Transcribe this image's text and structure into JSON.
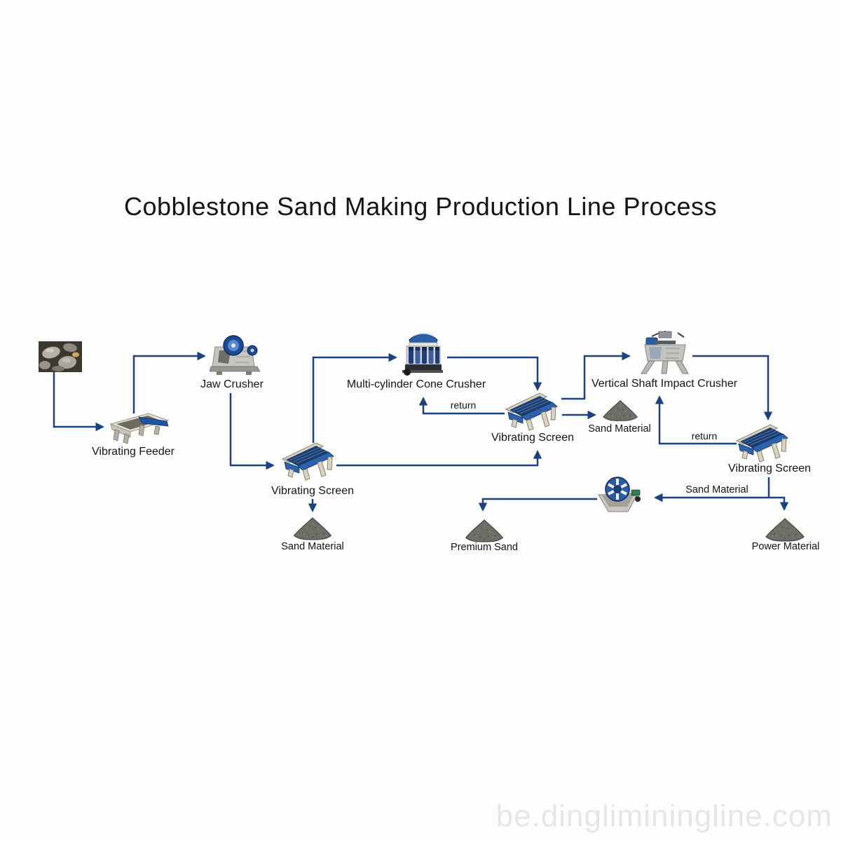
{
  "title": "Cobblestone Sand Making Production Line Process",
  "watermark": "be.dingliminingline.com",
  "colors": {
    "connector": "#1c4180",
    "label_text": "#141414",
    "sand_pile": "#6e6d66",
    "machine_blue": "#2a5ca6",
    "watermark_text": "#e6e6e3"
  },
  "labels": {
    "vibrating_feeder": "Vibrating Feeder",
    "jaw_crusher": "Jaw Crusher",
    "vibrating_screen": "Vibrating Screen",
    "cone_crusher": "Multi-cylinder Cone Crusher",
    "vsi_crusher": "Vertical Shaft Impact Crusher",
    "sand_material": "Sand Material",
    "premium_sand": "Premium Sand",
    "power_material": "Power Material",
    "return_label": "return"
  },
  "icons": {
    "raw_material": "cobblestone-photo",
    "vibrating_feeder": "vibrating-feeder-machine",
    "jaw_crusher": "jaw-crusher-machine",
    "vibrating_screen": "vibrating-screen-machine",
    "cone_crusher": "multi-cylinder-cone-crusher-machine",
    "vsi_crusher": "vertical-shaft-impact-crusher-machine",
    "sand_washer": "wheel-sand-washer-machine",
    "sand_pile": "sand-pile"
  }
}
